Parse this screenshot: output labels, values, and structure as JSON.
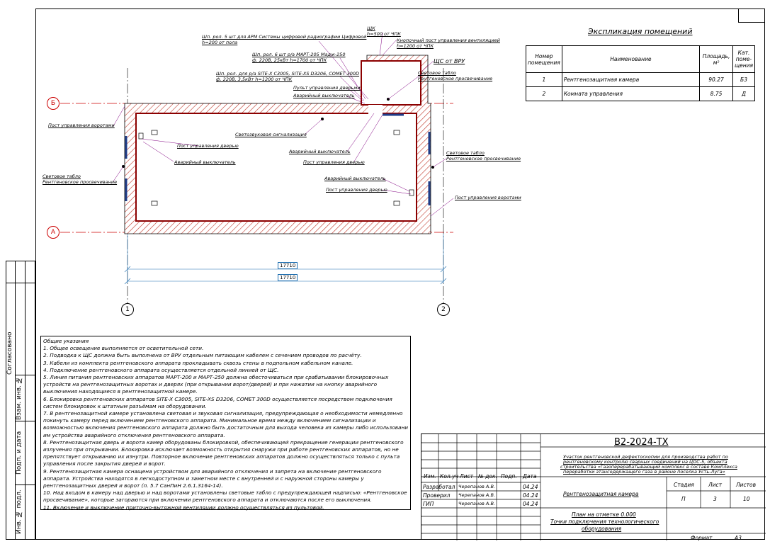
{
  "explication": {
    "title": "Экспликация помещений",
    "headers": {
      "number": "Номер помещения",
      "name": "Наименование",
      "area": "Площадь, м²",
      "category": "Кат. поме-щения"
    },
    "rows": [
      {
        "number": "1",
        "name": "Рентгенозащитная камера",
        "area": "90.27",
        "category": "Б3"
      },
      {
        "number": "2",
        "name": "Комната управления",
        "area": "8.75",
        "category": "Д"
      }
    ]
  },
  "axes": {
    "a": "А",
    "b": "Б",
    "one": "1",
    "two": "2"
  },
  "dimensions": {
    "inner": "17710",
    "outer": "17710"
  },
  "callouts": {
    "c1": "Шп. рол. 5 шт для АРМ Системы цифровой радиографии Цифровой",
    "c1b": "h=200 от пола",
    "c2": "Шп. рол. 6 шт р/а МАРТ-205 Мадж-250",
    "c2b": "ф. 220В, 25кВт h=1700 от ЧПК",
    "c3": "Шп. рол. для р/а SITE-X С3005, SITE-XS D3206, COMET 300D",
    "c3b": "ф. 220В, 3,5кВт h=1200 от ЧПК",
    "c4": "Пульт управления дверьми",
    "c5": "Аварийный выключатель",
    "c6": "Пост управления воротами",
    "c7": "Светозвуковая сигнализация",
    "c8": "Пост управления дверью",
    "c9": "Аварийный выключатель",
    "c10": "Световое табло",
    "c10b": "Рентгеновское просвечивание",
    "c11": "Аварийный выключатель",
    "c12": "Пост управления дверью",
    "c13": "Аварийный выключатель",
    "c14": "Пост управления дверью",
    "c15": "Световое табло",
    "c15b": "Рентгеновское просвечивание",
    "c16": "Пост управления воротами",
    "c17": "Кнопочный пост управления вентиляцией",
    "c17b": "h=1200 от ЧПК",
    "c18": "ЩС от ВРУ",
    "c19": "Световое табло",
    "c19b": "Рентгеновское просвечивание",
    "c20": "ЩК",
    "c20b": "h=500 от ЧПК"
  },
  "notes": {
    "title": "Общие указания",
    "lines": [
      "1. Общее освещение выполняется от осветительной сети.",
      "2. Подводка к ЩС должна быть выполнена от ВРУ отдельным питающим кабелем с сечением проводов по расчёту.",
      "3. Кабели из комплекта рентгеновского аппарата прокладывать сквозь стены в подпольном кабельном канале.",
      "4. Подключение рентгеновского аппарата осуществляется отдельной линией от ЩС.",
      "5. Линия питания рентгеновских аппаратов МАРТ-200 и МАРТ-250 должна обесточиваться при срабатывании блокировочных",
      "устройств на рентгенозащитных воротах и дверях (при открывании ворот/дверей) и при нажатии на кнопку аварийного",
      "выключения находящиеся в рентгенозащитной камере.",
      "6. Блокировка рентгеновских аппаратов SITE-X С3005, SITE-XS D3206, COMET 300D осуществляется посредством подключения",
      "систем блокировок к штатным разъёмам на оборудовании.",
      "7. В рентгенозащитной камере установлена световая и звуковая сигнализация, предупреждающая о необходимости немедленно",
      "покинуть камеру перед включением рентгеновского аппарата. Минимальное время между включением сигнализации и",
      "возможностью включения рентгеновского аппарата должно быть достаточным для выхода человека из камеры либо использования",
      "им устройства аварийного отключения рентгеновского аппарата.",
      "8. Рентгенозащитная дверь и ворота камер оборудованы блокировкой, обеспечивающей прекращение генерации рентгеновского",
      "излучения при открывании. Блокировка исключает возможность открытия снаружи при работе рентгеновских аппаратов, но не",
      "препятствует открыванию их изнутри. Повторное включение рентгеновских аппаратов должно осуществляться только с пульта",
      "управления после закрытия дверей и ворот.",
      "9. Рентгенозащитная камера оснащена устройством для аварийного отключения и запрета на включение рентгеновского",
      "аппарата. Устройства находятся в легкодоступном и заметном месте с внутренней и с наружной стороны камеры у",
      "рентгенозащитных дверей и ворот (п. 5.7 СанПиН 2.6.1.3164-14).",
      "10. Над входом в камеру над дверью и над воротами установлены световые табло с предупреждающей надписью: «Рентгеновское",
      "просвечивание», которые загораются при включении рентгеновского аппарата и отключаются после его выключения.",
      "11. Включение и выключение приточно-вытяжной вентиляции должно осуществляться из пультовой."
    ]
  },
  "side_strip": {
    "agreed": "Согласовано",
    "replaced": "Взам. инв. №",
    "signature": "Подп. и дата",
    "inv": "Инв. № подл."
  },
  "title_block": {
    "code": "В2-2024-ТХ",
    "project_line1": "Участок рентгеновской дефектоскопии для производства работ по",
    "project_line2": "рентгеновскому контролю сварных соединений на ЦОС-5, объекта",
    "project_line3": "строительства «Газоперерабатывающий комплекс в составе Комплекса",
    "project_line4": "переработки этансодержащего газа в районе поселка Усть-Луга»",
    "col_izm": "Изм.",
    "col_kol": "Кол.уч",
    "col_list": "Лист",
    "col_doc": "№ док.",
    "col_podp": "Подп.",
    "col_date": "Дата",
    "role1": "Разработал",
    "role2": "Проверил",
    "role3": "ГИП",
    "name1": "Черепанов А.В.",
    "name2": "Черепанов А.В.",
    "name3": "Черепанов А.В.",
    "date1": "04.24",
    "date2": "04.24",
    "date3": "04.24",
    "object": "Рентгенозащитная камера",
    "stage_h": "Стадия",
    "sheet_h": "Лист",
    "sheets_h": "Листов",
    "stage": "П",
    "sheet": "3",
    "sheets": "10",
    "drawing_line1": "План на отметке 0.000",
    "drawing_line2": "Точки подключения технологического",
    "drawing_line3": "оборудования",
    "format_label": "Формат",
    "format": "А3"
  }
}
